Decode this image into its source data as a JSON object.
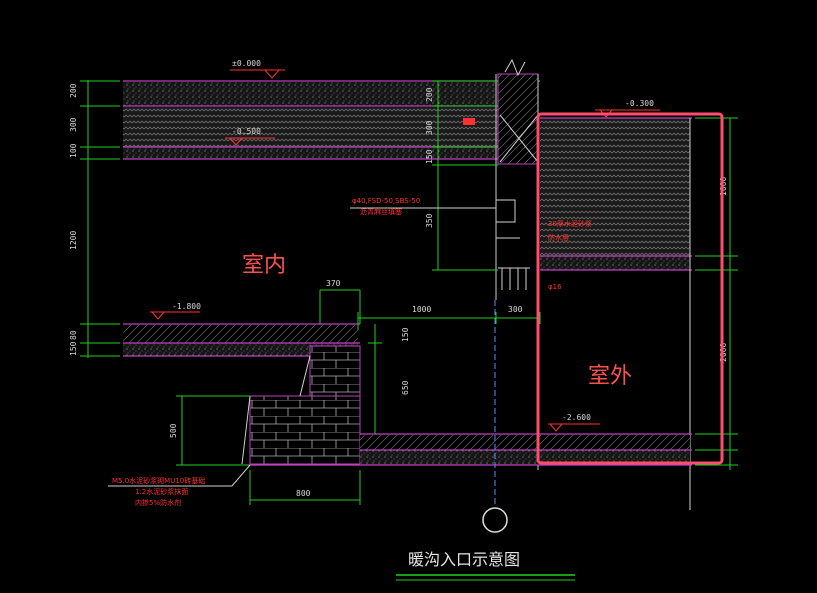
{
  "drawing": {
    "title": "暖沟入口示意图",
    "zones": {
      "indoor": "室内",
      "outdoor": "室外"
    },
    "elevations": {
      "top": "±0.000",
      "slab_bottom": "-0.500",
      "outdoor_ground": "-0.300",
      "floor": "-1.800",
      "trench_bottom": "-2.600"
    },
    "dims": {
      "left": [
        "200",
        "300",
        "100",
        "1200",
        "80",
        "150"
      ],
      "wall_side": [
        "200",
        "300",
        "150",
        "350"
      ],
      "center": [
        "1000",
        "300",
        "150",
        "650"
      ],
      "step_width": "370",
      "foundation_height": "500",
      "foundation_width": "800",
      "right": [
        "1000",
        "2000"
      ]
    },
    "notes": {
      "pipe_note": [
        "φ40,FSD-50,SBS-50",
        "沥青麻丝填塞"
      ],
      "right_note_1": "20厚水泥砂浆",
      "right_note_2": "防水层",
      "right_note_3": "φ16",
      "bottom_note": [
        "M5.0水泥砂浆砌MU10砖基础",
        "1:2水泥砂浆抹面",
        "内掺5%防水剂"
      ]
    },
    "highlight_color": "#ff4d6d"
  }
}
